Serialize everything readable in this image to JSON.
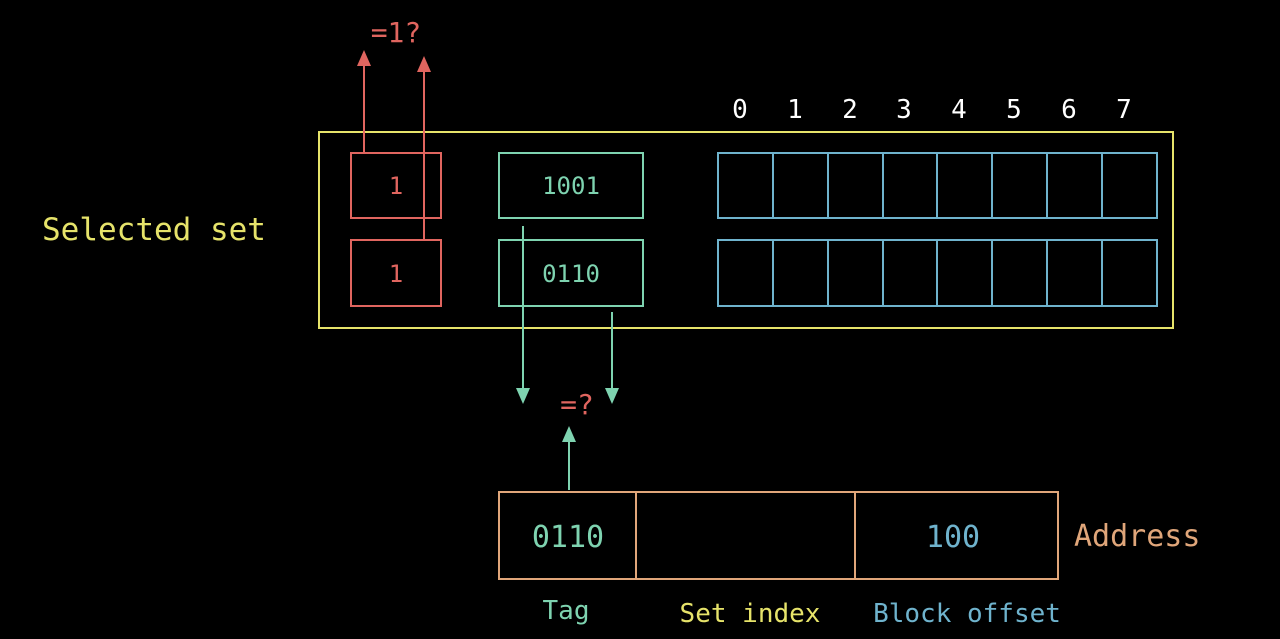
{
  "colors": {
    "background": "#000000",
    "yellow": "#e6e36a",
    "red": "#e0655f",
    "green": "#7ed3b0",
    "blue": "#6fb3cd",
    "orange": "#e0a67a",
    "white": "#ffffff"
  },
  "labels": {
    "selected_set": "Selected set",
    "valid_check": "=1?",
    "tag_check": "=?",
    "address": "Address"
  },
  "offset_indices": [
    "0",
    "1",
    "2",
    "3",
    "4",
    "5",
    "6",
    "7"
  ],
  "lines": [
    {
      "valid": "1",
      "tag": "1001"
    },
    {
      "valid": "1",
      "tag": "0110"
    }
  ],
  "address": {
    "fields": [
      {
        "label": "Tag",
        "value": "0110"
      },
      {
        "label": "Set index",
        "value": ""
      },
      {
        "label": "Block offset",
        "value": "100"
      }
    ]
  }
}
